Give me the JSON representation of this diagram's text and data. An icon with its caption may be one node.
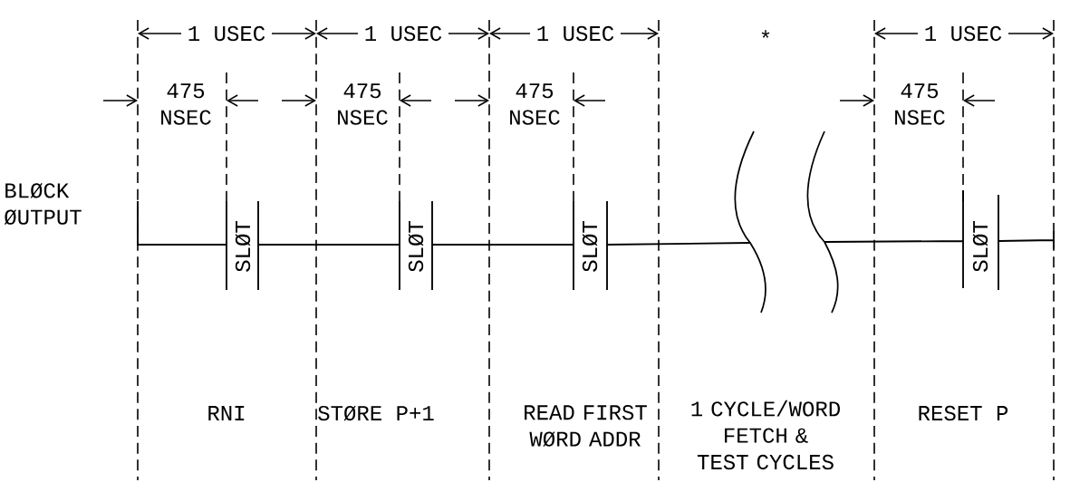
{
  "diagram": {
    "labels": [
      "1 USEC",
      "1 USEC",
      "1 USEC",
      "*",
      "1 USEC",
      "475 NSEC",
      "475 NSEC",
      "475 NSEC",
      "475 NSEC",
      "BLØCK ØUTPUT",
      "SLØT",
      "SLØT",
      "SLØT",
      "SLØT",
      "RNI",
      "STØRE P+1",
      "READ FIRST WØRD ADDR",
      "1 CYCLE/WORD FETCH & TEST CYCLES",
      "RESET P"
    ]
  }
}
